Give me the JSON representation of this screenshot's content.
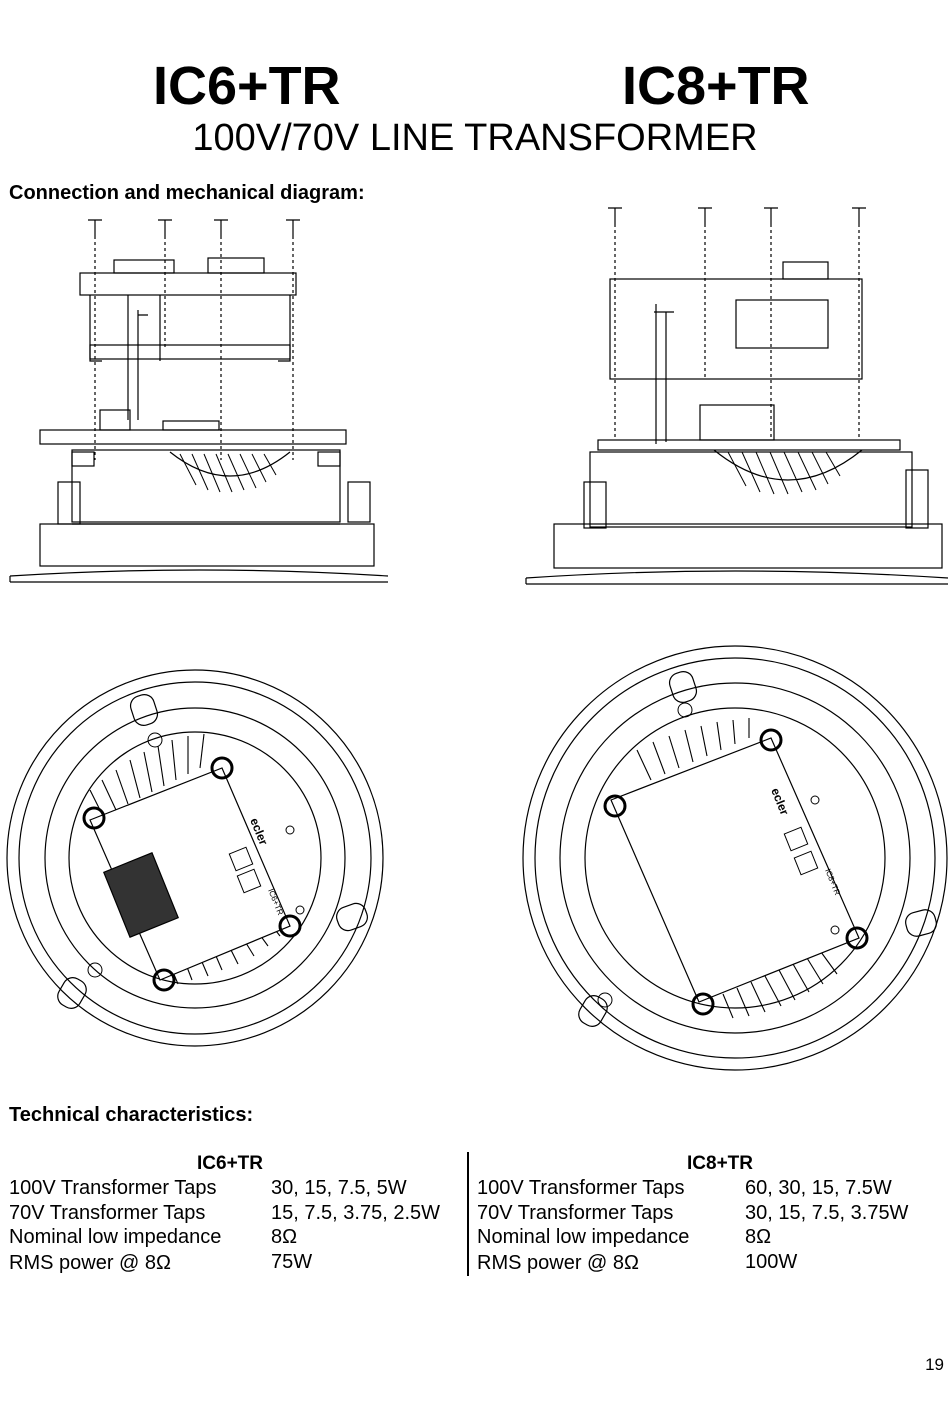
{
  "header": {
    "model_left": "IC6+TR",
    "model_right": "IC8+TR",
    "subtitle": "100V/70V LINE TRANSFORMER"
  },
  "sections": {
    "diagram_title": "Connection and mechanical diagram:",
    "specs_title": "Technical characteristics:"
  },
  "tables": {
    "left": {
      "title": "IC6+TR",
      "rows": [
        {
          "label": "100V Transformer Taps",
          "value": "30, 15, 7.5, 5W"
        },
        {
          "label": "70V Transformer Taps",
          "value": "15, 7.5, 3.75, 2.5W"
        },
        {
          "label": "Nominal low impedance",
          "value": "8Ω"
        },
        {
          "label": "RMS power @ 8Ω",
          "value": "75W"
        }
      ]
    },
    "right": {
      "title": "IC8+TR",
      "rows": [
        {
          "label": "100V Transformer Taps",
          "value": "60, 30, 15, 7.5W"
        },
        {
          "label": "70V Transformer Taps",
          "value": "30, 15, 7.5, 3.75W"
        },
        {
          "label": "Nominal low impedance",
          "value": "8Ω"
        },
        {
          "label": "RMS power @ 8Ω",
          "value": "100W"
        }
      ]
    }
  },
  "device_labels": {
    "brand": "ecler",
    "left_model": "IC6+TR",
    "right_model": "IC8+TR"
  },
  "page_number": "19"
}
